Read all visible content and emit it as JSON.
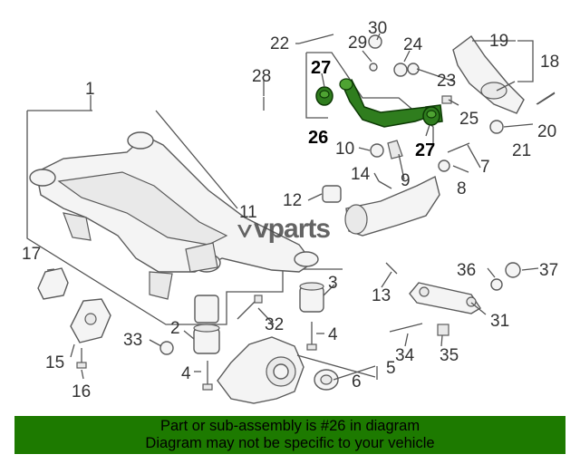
{
  "watermark": {
    "text": "vparts"
  },
  "callouts": {
    "c1": "1",
    "c2": "2",
    "c3": "3",
    "c4a": "4",
    "c4b": "4",
    "c5": "5",
    "c6": "6",
    "c7": "7",
    "c8": "8",
    "c9": "9",
    "c10": "10",
    "c11": "11",
    "c12": "12",
    "c13": "13",
    "c14": "14",
    "c15": "15",
    "c16": "16",
    "c17": "17",
    "c18": "18",
    "c19": "19",
    "c20": "20",
    "c21": "21",
    "c22": "22",
    "c23": "23",
    "c24": "24",
    "c25": "25",
    "c26": "26",
    "c27a": "27",
    "c27b": "27",
    "c28": "28",
    "c29": "29",
    "c30": "30",
    "c31": "31",
    "c32": "32",
    "c33": "33",
    "c34": "34",
    "c35": "35",
    "c36": "36",
    "c37": "37"
  },
  "highlight": {
    "part_number": "26",
    "color": "#2f7d1e"
  },
  "banner": {
    "line1": "Part or sub-assembly is #26 in diagram",
    "line2": "Diagram may not be specific to your vehicle",
    "background": "#1d7a00"
  }
}
